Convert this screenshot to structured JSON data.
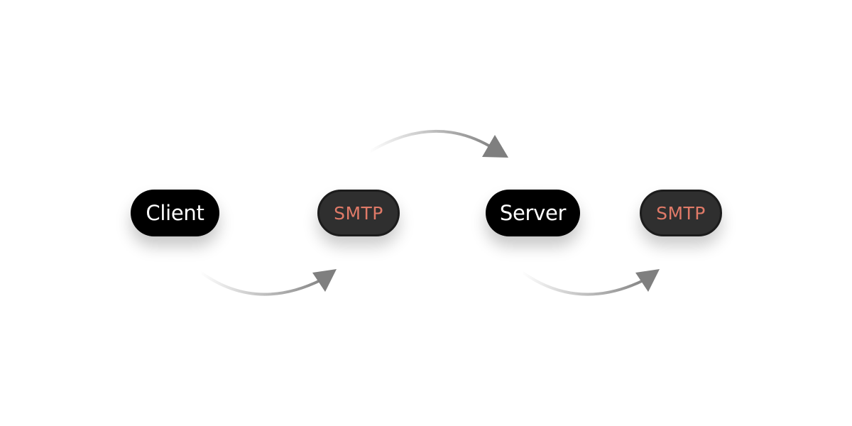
{
  "nodes": {
    "client": {
      "label": "Client"
    },
    "smtp_1": {
      "label": "SMTP"
    },
    "server": {
      "label": "Server"
    },
    "smtp_2": {
      "label": "SMTP"
    }
  },
  "edges": [
    {
      "from": "client",
      "to": "smtp_1"
    },
    {
      "from": "smtp_1",
      "to": "server"
    },
    {
      "from": "server",
      "to": "smtp_2"
    }
  ],
  "colors": {
    "primary_node_bg": "#000000",
    "primary_node_text": "#ffffff",
    "protocol_node_bg": "#2f2f2f",
    "protocol_node_border": "#1c1c1c",
    "protocol_text": "#e07a68",
    "arrow": "#7f7f7f"
  }
}
